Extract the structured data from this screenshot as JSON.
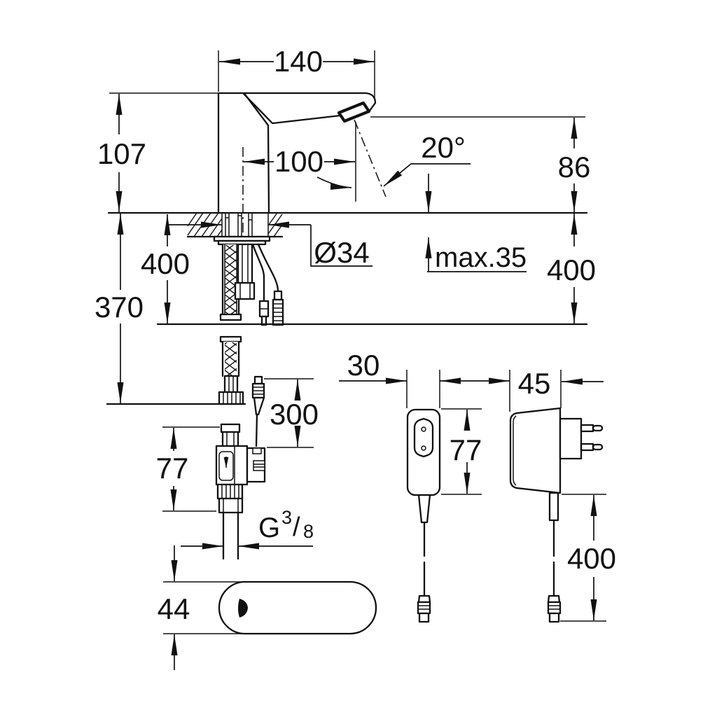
{
  "colors": {
    "ink": "#111111",
    "background": "#ffffff"
  },
  "labels": {
    "spout_width": "140",
    "spout_height": "107",
    "spout_reach": "100",
    "spray_angle": "20°",
    "outlet_clearance": "86",
    "hole_diameter": "Ø34",
    "max_deck_thickness": "max.35",
    "below_deck_right": "400",
    "below_deck_left": "400",
    "hose_length": "370",
    "valve_cable_length": "300",
    "valve_height": "77",
    "thread_G": "G",
    "thread_numerator": "3",
    "thread_slash": "/",
    "thread_denominator": "8",
    "escutcheon_height": "44",
    "socket_width": "30",
    "socket_height": "77",
    "adapter_width": "45",
    "adapter_cable_length": "400"
  }
}
